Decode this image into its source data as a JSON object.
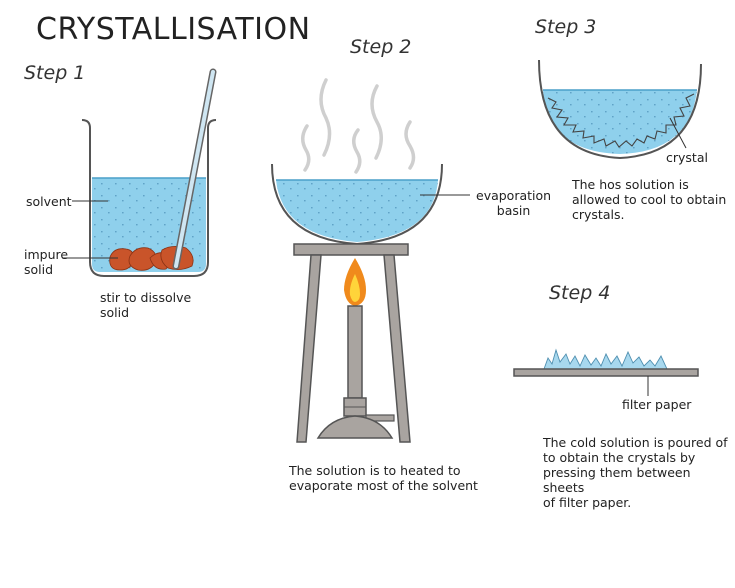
{
  "title": "CRYSTALLISATION",
  "steps": {
    "step1": {
      "heading": "Step 1",
      "label_solvent": "solvent",
      "label_impure": "impure\nsolid",
      "caption": "stir to dissolve\nsolid"
    },
    "step2": {
      "heading": "Step 2",
      "label_basin": "evaporation\nbasin",
      "caption": "The solution is to heated to\nevaporate most of the solvent"
    },
    "step3": {
      "heading": "Step 3",
      "label_crystal": "crystal",
      "caption": "The hos solution is\nallowed to cool to obtain\ncrystals."
    },
    "step4": {
      "heading": "Step 4",
      "label_filter": "filter paper",
      "caption": "The cold solution is poured of\nto obtain the crystals  by\npressing them between sheets\nof filter paper."
    }
  },
  "colors": {
    "liquid": "#8fd0ec",
    "glass": "#555555",
    "metal": "#a9a4a0",
    "impure_solid": "#c9542a",
    "flame_outer": "#f08a1c",
    "flame_inner": "#ffd43a",
    "crystal": "#a8d8ee",
    "steam": "#cfcfcf"
  }
}
